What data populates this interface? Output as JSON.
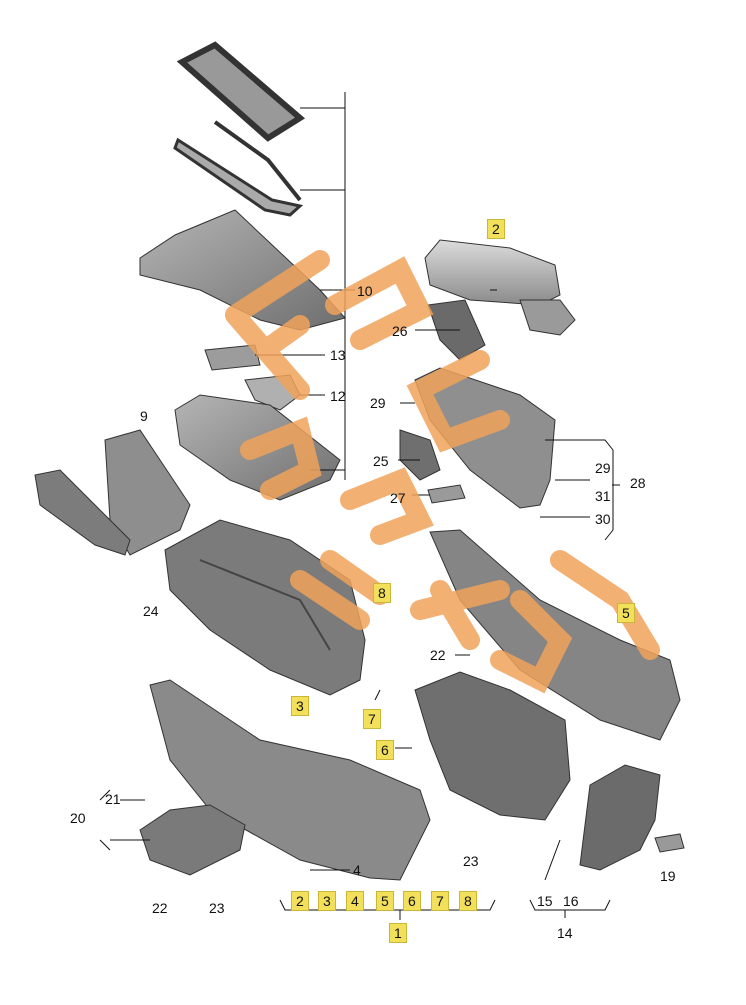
{
  "watermark": {
    "text": "EPC PARTS",
    "color": "#f0a25a"
  },
  "colors": {
    "highlight": "#f3e05a",
    "part_fill": "#8c8c8c",
    "part_dark": "#5f5f5f",
    "line": "#111111"
  },
  "callouts": {
    "c1": "1",
    "c2_top": "2",
    "c2_bottom": "2",
    "c3_left": "3",
    "c3_bottom": "3",
    "c4_bottom": "4",
    "c4_mid": "4",
    "c5_right": "5",
    "c5_bottom": "5",
    "c6_mid": "6",
    "c6_bottom": "6",
    "c7_mid": "7",
    "c7_bottom": "7",
    "c8_mid": "8",
    "c8_bottom": "8",
    "c9": "9",
    "c10": "10",
    "c12": "12",
    "c13": "13",
    "c14": "14",
    "c15": "15",
    "c16": "16",
    "c19": "19",
    "c20": "20",
    "c21": "21",
    "c22_top": "22",
    "c22_bottom": "22",
    "c23_mid": "23",
    "c23_bottom": "23",
    "c24": "24",
    "c25": "25",
    "c26": "26",
    "c27": "27",
    "c28": "28",
    "c29_left": "29",
    "c29_right": "29",
    "c30": "30",
    "c31": "31"
  }
}
